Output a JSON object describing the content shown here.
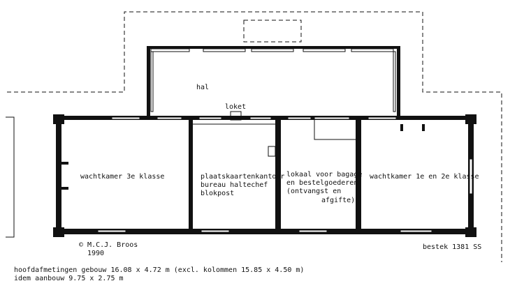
{
  "labels": {
    "hal": "hal",
    "loket": "loket",
    "wachtkamer_3e": "wachtkamer 3e klasse",
    "plaatskaarten": [
      "plaatskaartenkantoor",
      "bureau haltechef",
      "blokpost"
    ],
    "lokaal": [
      "lokaal voor bagage",
      "en bestelgoederen",
      "(ontvangst en",
      "afgifte)"
    ],
    "wachtkamer_1e2e": "wachtkamer 1e en 2e klasse",
    "copyright": "© M.C.J. Broos",
    "year": "1990",
    "bestek": "bestek 1381  SS",
    "dimensions_main": "hoofdafmetingen gebouw  16.08 x 4.72 m (excl. kolommen  15.85 x 4.50 m)",
    "dimensions_annex": "idem aanbouw  9.75 x 2.75 m"
  }
}
